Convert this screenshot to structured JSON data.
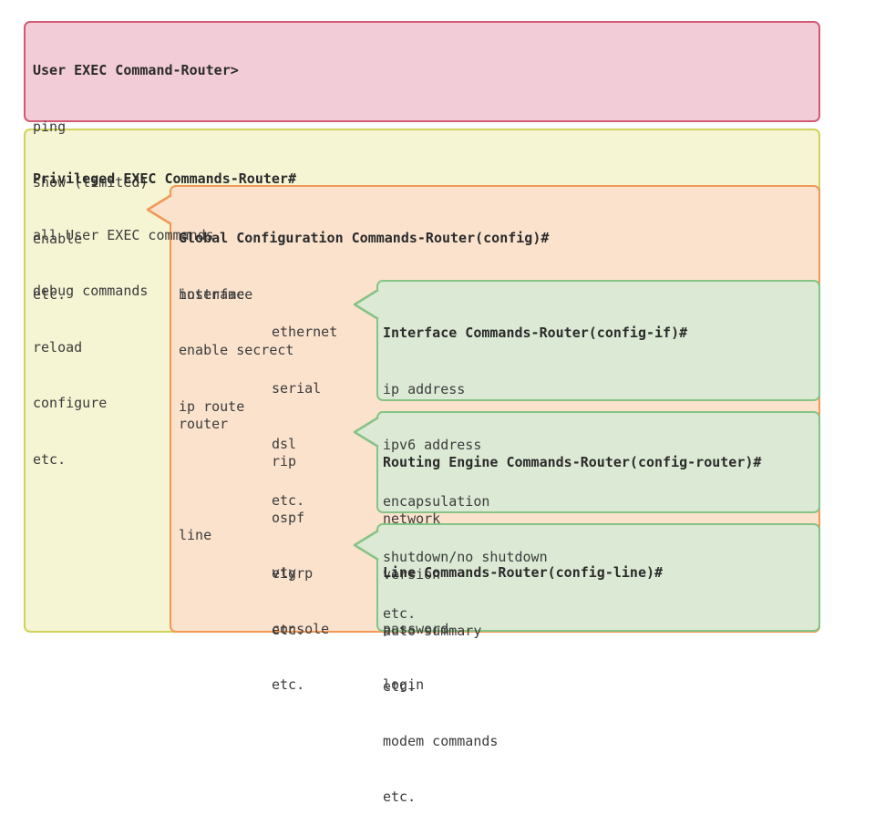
{
  "user_exec": {
    "title": "User EXEC Command-Router>",
    "items": [
      "ping",
      "show (limited)",
      "enable",
      "etc."
    ]
  },
  "privileged_exec": {
    "title": "Privileged EXEC Commands-Router#",
    "items": [
      "all User EXEC commands",
      "debug commands",
      "reload",
      "configure",
      "etc."
    ]
  },
  "global_config": {
    "title": "Global Configuration Commands-Router(config)#",
    "items": [
      "hostname",
      "enable secrect",
      "ip route"
    ],
    "interface_group": {
      "label": "interface",
      "types": [
        "ethernet",
        "serial",
        "dsl",
        "etc."
      ]
    },
    "router_group": {
      "label": "router",
      "types": [
        "rip",
        "ospf",
        "eigrp",
        "etc."
      ]
    },
    "line_group": {
      "label": "line",
      "types": [
        "vty",
        "console",
        "etc."
      ]
    }
  },
  "interface_mode": {
    "title": "Interface Commands-Router(config-if)#",
    "items": [
      "ip address",
      "ipv6 address",
      "encapsulation",
      "shutdown/no shutdown",
      "etc."
    ]
  },
  "routing_mode": {
    "title": "Routing Engine Commands-Router(config-router)#",
    "items": [
      "network",
      "version",
      "auto summary",
      "etc."
    ]
  },
  "line_mode": {
    "title": "Line Commands-Router(config-line)#",
    "items": [
      "password",
      "login",
      "modem commands",
      "etc."
    ]
  },
  "colors": {
    "user_fill": "#f2ccd6",
    "user_border": "#d25a76",
    "priv_fill": "#f5f4d3",
    "priv_border": "#cfd25c",
    "global_fill": "#fbe2cd",
    "global_border": "#f19855",
    "sub_fill": "#dcead5",
    "sub_border": "#86c386"
  }
}
